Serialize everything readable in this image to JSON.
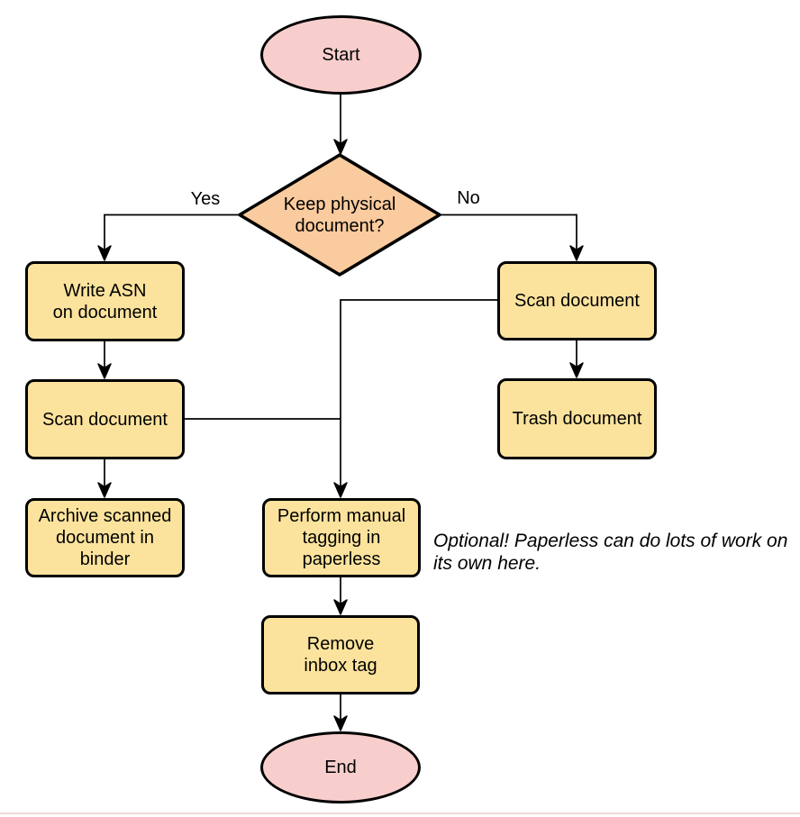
{
  "diagram": {
    "type": "flowchart",
    "nodes": {
      "start": {
        "label": "Start",
        "shape": "ellipse"
      },
      "decision": {
        "label": "Keep physical\ndocument?",
        "shape": "diamond"
      },
      "write_asn": {
        "label": "Write ASN\non document",
        "shape": "process"
      },
      "scan_left": {
        "label": "Scan document",
        "shape": "process"
      },
      "archive": {
        "label": "Archive scanned\ndocument in\nbinder",
        "shape": "process"
      },
      "scan_right": {
        "label": "Scan document",
        "shape": "process"
      },
      "trash": {
        "label": "Trash document",
        "shape": "process"
      },
      "perform_tagging": {
        "label": "Perform manual\ntagging in\npaperless",
        "shape": "process"
      },
      "remove_inbox": {
        "label": "Remove\ninbox tag",
        "shape": "process"
      },
      "end": {
        "label": "End",
        "shape": "ellipse"
      }
    },
    "edge_labels": {
      "yes": "Yes",
      "no": "No"
    },
    "annotation": "Optional! Paperless can do lots of work on\nits own here.",
    "colors": {
      "terminal_fill": "#F8CECD",
      "decision_fill": "#FACB9E",
      "process_fill": "#FCE39D",
      "stroke": "#000000",
      "background": "#FFFFFF"
    }
  }
}
